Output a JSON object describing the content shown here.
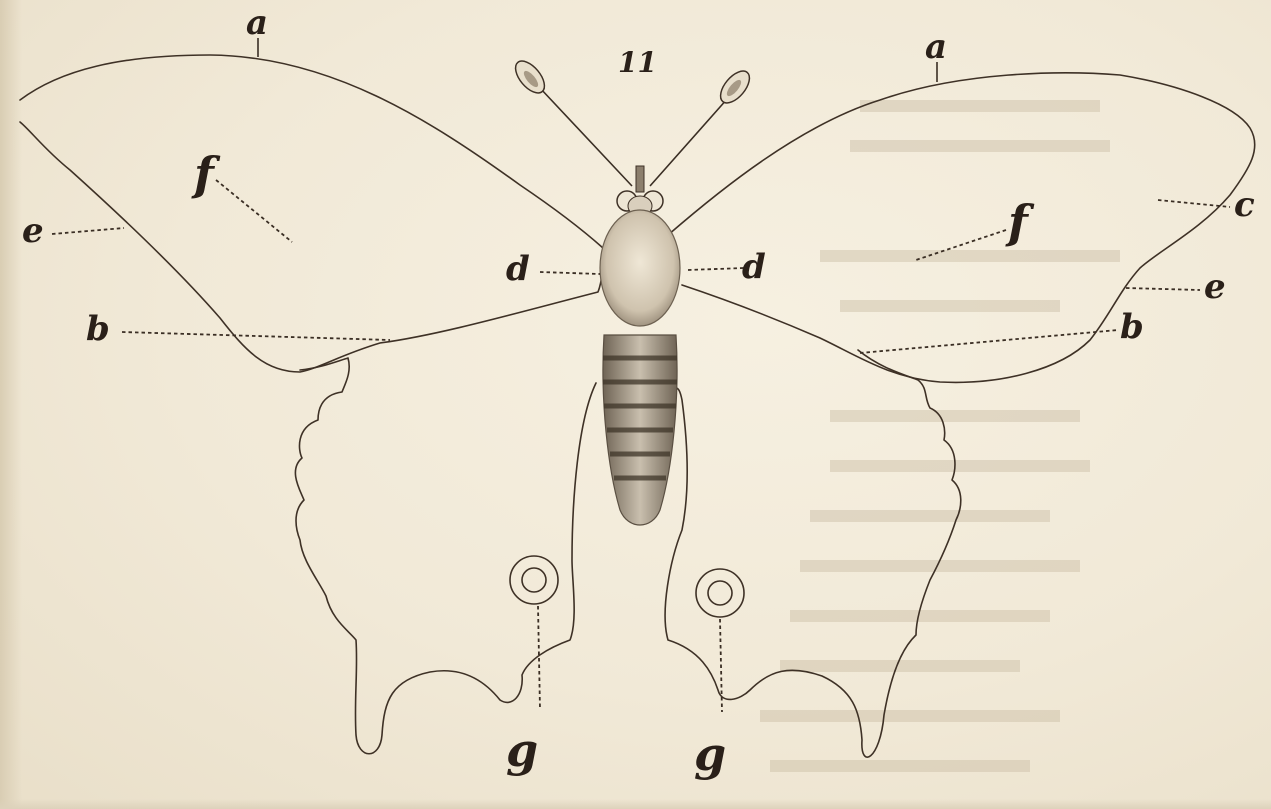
{
  "plate_number": "11",
  "labels": {
    "a_left": "a",
    "a_right": "a",
    "f_left": "f",
    "f_right": "f",
    "e_left": "e",
    "e_right": "e",
    "d_left": "d",
    "d_right": "d",
    "b_left": "b",
    "b_right": "b",
    "c_right": "c",
    "g_left": "g",
    "g_right": "g"
  },
  "colors": {
    "paper": "#f3ecdc",
    "ink": "#2a2019"
  }
}
